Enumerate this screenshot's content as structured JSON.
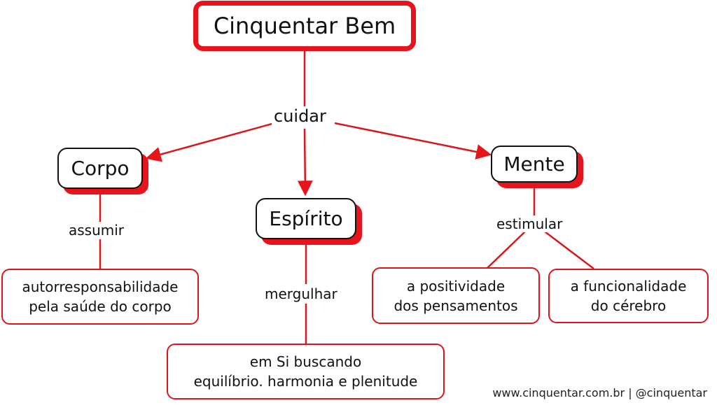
{
  "title": "Cinquentar Bem",
  "main_link": "cuidar",
  "nodes": {
    "corpo": "Corpo",
    "espirito": "Espírito",
    "mente": "Mente"
  },
  "links": {
    "corpo": "assumir",
    "espirito": "mergulhar",
    "mente": "estimular"
  },
  "leaves": {
    "corpo": [
      "autorresponsabilidade",
      "pela saúde do corpo"
    ],
    "espirito": [
      "em Si buscando",
      "equilíbrio. harmonia e plenitude"
    ],
    "mente_a": [
      "a positividade",
      "dos pensamentos"
    ],
    "mente_b": [
      "a funcionalidade",
      "do cérebro"
    ]
  },
  "footer": "www.cinquentar.com.br | @cinquentar",
  "colors": {
    "accent": "#e8141c",
    "border": "#111111"
  }
}
